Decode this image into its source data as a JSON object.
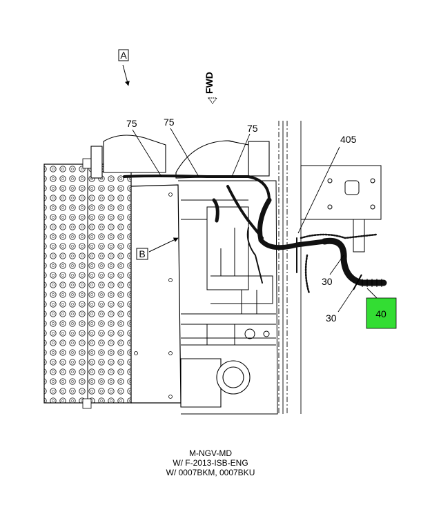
{
  "callouts": {
    "view_a": "A",
    "view_b": "B",
    "fwd": "FWD",
    "c75_left": "75",
    "c75_mid": "75",
    "c75_right": "75",
    "c405": "405",
    "c30_upper": "30",
    "c30_lower": "30",
    "c40": "40"
  },
  "caption": {
    "line1": "M-NGV-MD",
    "line2": "W/ F-2013-ISB-ENG",
    "line3": "W/ 0007BKM, 0007BKU"
  },
  "colors": {
    "highlight": "#33dd33",
    "line": "#000000",
    "harness": "#111111"
  }
}
